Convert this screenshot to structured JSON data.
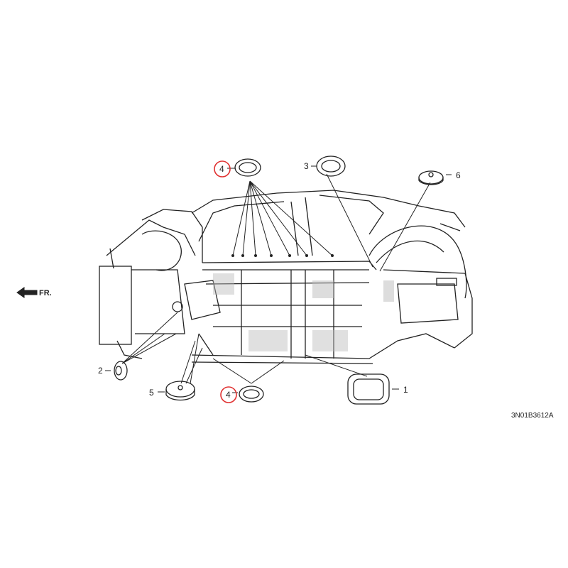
{
  "direction_label": "FR.",
  "diagram_code": "3N01B3612A",
  "callouts": [
    {
      "id": "top-4",
      "number": "4",
      "highlighted": true
    },
    {
      "id": "top-3",
      "number": "3",
      "highlighted": false
    },
    {
      "id": "top-6",
      "number": "6",
      "highlighted": false
    },
    {
      "id": "left-2",
      "number": "2",
      "highlighted": false
    },
    {
      "id": "bottom-5",
      "number": "5",
      "highlighted": false
    },
    {
      "id": "bottom-4",
      "number": "4",
      "highlighted": true
    },
    {
      "id": "right-1",
      "number": "1",
      "highlighted": false
    }
  ],
  "colors": {
    "line": "#222222",
    "highlight_ring": "#e03030",
    "hatch": "#bbbbbb",
    "background": "#ffffff"
  },
  "icons": {
    "direction": "front-arrow-icon",
    "part_grommet": "grommet-icon",
    "part_plug": "plug-icon"
  }
}
